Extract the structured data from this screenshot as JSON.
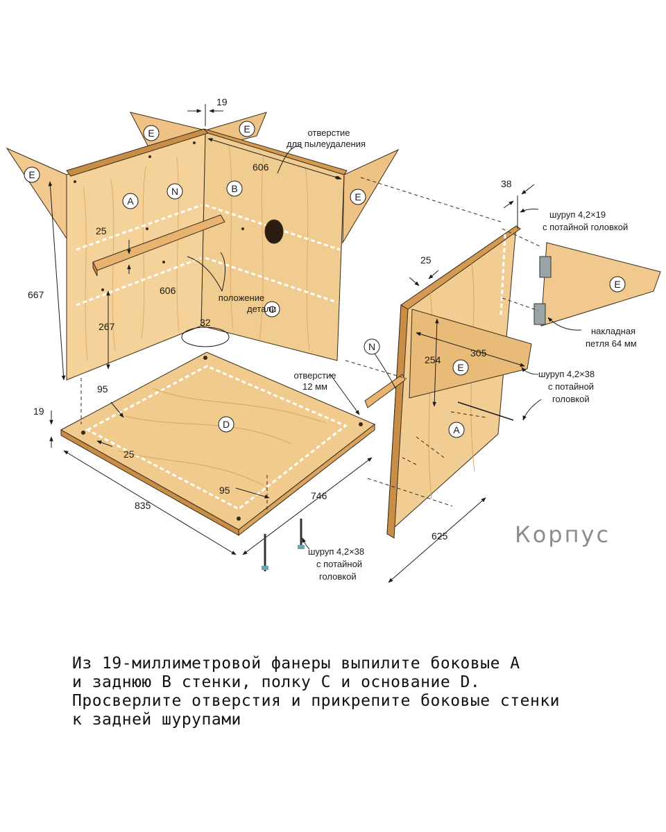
{
  "title": "Корпус",
  "caption_lines": [
    "Из 19-миллиметровой фанеры выпилите боковые А",
    "и заднюю В стенки, полку С и основание D.",
    "Просверлите отверстия и прикрепите боковые стенки",
    "к задней шурупами"
  ],
  "part_labels": {
    "a": "A",
    "b": "B",
    "c": "C",
    "d": "D",
    "e": "E",
    "n": "N"
  },
  "notes": {
    "dust_hole_1": "отверстие",
    "dust_hole_2": "для пылеудаления",
    "shelf_pos_1": "положение",
    "shelf_pos_2": "детали",
    "hole12_1": "отверстие",
    "hole12_2": "12 мм",
    "screw19_1": "шуруп 4,2×19",
    "screw19_2": "с потайной головкой",
    "hinge_1": "накладная",
    "hinge_2": "петля 64 мм",
    "screw38r_1": "шуруп 4,2×38",
    "screw38r_2": "с потайной",
    "screw38r_3": "головкой",
    "screw38b_1": "шуруп 4,2×38",
    "screw38b_2": "с потайной",
    "screw38b_3": "головкой"
  },
  "dims": {
    "t19_top": "19",
    "w606_top": "606",
    "h667": "667",
    "s25_left": "25",
    "w606_mid": "606",
    "h267": "267",
    "d32": "32",
    "i95_a": "95",
    "t19_base": "19",
    "i25_base": "25",
    "w835": "835",
    "i95_b": "95",
    "d746": "746",
    "t38": "38",
    "s25_right": "25",
    "h254": "254",
    "w305": "305",
    "d625": "625"
  },
  "colors": {
    "wood_light": "#f4d29a",
    "wood_mid": "#e9bb78",
    "wood_dark": "#d9a45f",
    "edge": "#c88d46",
    "outline": "#3a2a18",
    "hinge": "#9aa3a8"
  }
}
